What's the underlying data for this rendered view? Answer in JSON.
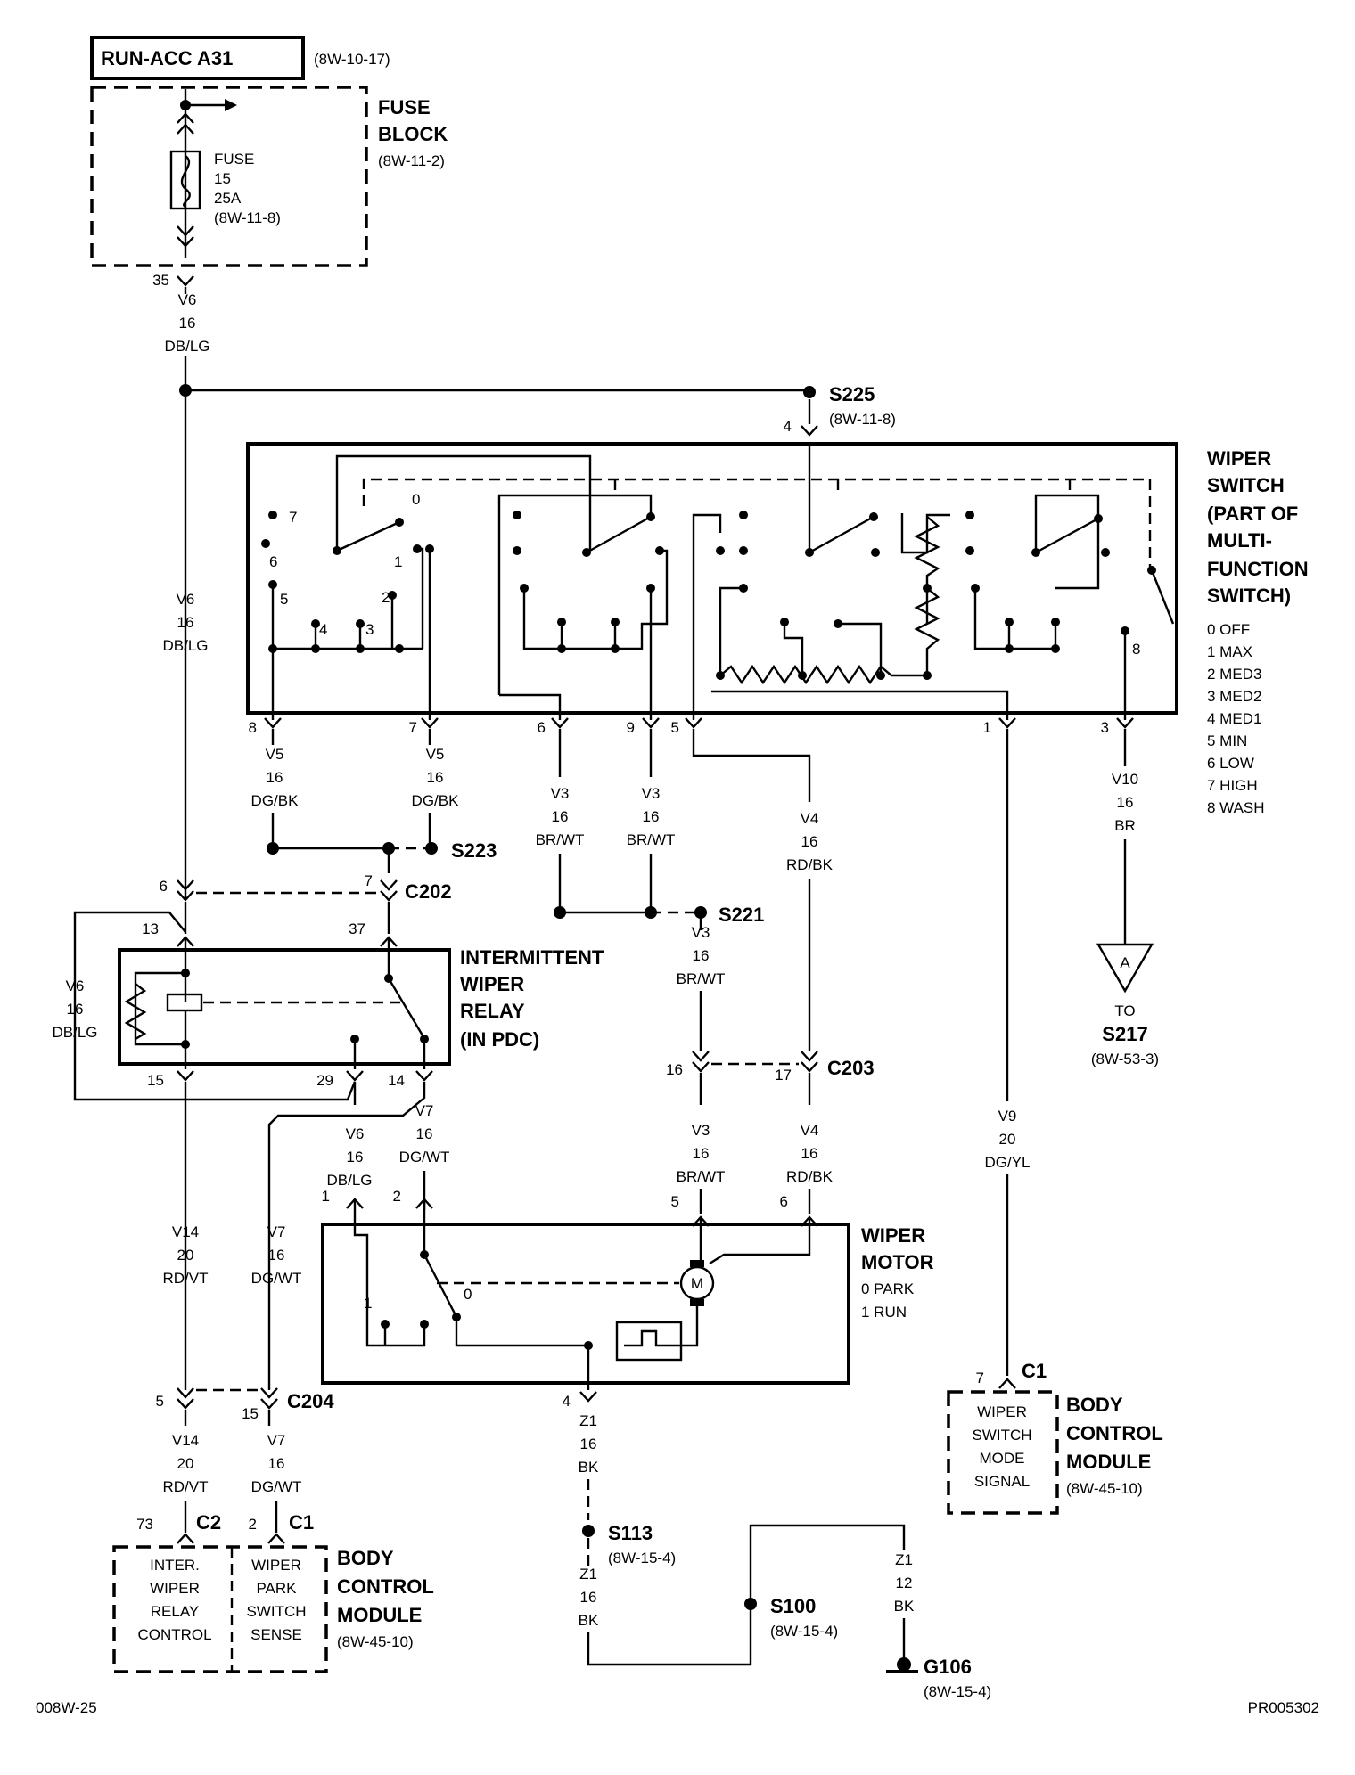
{
  "top": {
    "source": "RUN-ACC A31",
    "source_ref": "(8W-10-17)"
  },
  "fuse_block": {
    "title1": "FUSE",
    "title2": "BLOCK",
    "ref": "(8W-11-2)",
    "fuse1": "FUSE",
    "fuse2": "15",
    "fuse3": "25A",
    "fuse_ref": "(8W-11-8)",
    "pin": "35",
    "wire": [
      "V6",
      "16",
      "DB/LG"
    ]
  },
  "s225": {
    "label": "S225",
    "ref": "(8W-11-8)",
    "pin": "4"
  },
  "wiper_switch": {
    "title": [
      "WIPER",
      "SWITCH",
      "(PART OF",
      "MULTI-",
      "FUNCTION",
      "SWITCH)"
    ],
    "positions": [
      "0 OFF",
      "1 MAX",
      "2 MED3",
      "3 MED2",
      "4 MED1",
      "5 MIN",
      "6 LOW",
      "7 HIGH",
      "8 WASH"
    ],
    "inner": [
      "7",
      "0",
      "6",
      "1",
      "5",
      "2",
      "4",
      "3",
      "8"
    ],
    "pins": [
      "8",
      "7",
      "6",
      "9",
      "5",
      "1",
      "3"
    ]
  },
  "wires": {
    "v6_left": [
      "V6",
      "16",
      "DB/LG"
    ],
    "v5a": [
      "V5",
      "16",
      "DG/BK"
    ],
    "v5b": [
      "V5",
      "16",
      "DG/BK"
    ],
    "v3a": [
      "V3",
      "16",
      "BR/WT"
    ],
    "v3b": [
      "V3",
      "16",
      "BR/WT"
    ],
    "v4": [
      "V4",
      "16",
      "RD/BK"
    ],
    "v10": [
      "V10",
      "16",
      "BR"
    ],
    "v6_relay": [
      "V6",
      "16",
      "DB/LG"
    ],
    "v3_s221": [
      "V3",
      "16",
      "BR/WT"
    ],
    "v7a": [
      "V7",
      "16",
      "DG/WT"
    ],
    "v6_motor": [
      "V6",
      "16",
      "DB/LG"
    ],
    "v3_motor": [
      "V3",
      "16",
      "BR/WT"
    ],
    "v4_motor": [
      "V4",
      "16",
      "RD/BK"
    ],
    "v9": [
      "V9",
      "20",
      "DG/YL"
    ],
    "v14a": [
      "V14",
      "20",
      "RD/VT"
    ],
    "v7b": [
      "V7",
      "16",
      "DG/WT"
    ],
    "v14b": [
      "V14",
      "20",
      "RD/VT"
    ],
    "v7c": [
      "V7",
      "16",
      "DG/WT"
    ],
    "z1a": [
      "Z1",
      "16",
      "BK"
    ],
    "z1b": [
      "Z1",
      "16",
      "BK"
    ],
    "z1c": [
      "Z1",
      "12",
      "BK"
    ]
  },
  "splices": {
    "s223": "S223",
    "s221": "S221",
    "s113": "S113",
    "s113_ref": "(8W-15-4)",
    "s100": "S100",
    "s100_ref": "(8W-15-4)",
    "g106": "G106",
    "g106_ref": "(8W-15-4)"
  },
  "connectors": {
    "c202": "C202",
    "c202_pins": [
      "6",
      "7"
    ],
    "c203": "C203",
    "c203_pins": [
      "16",
      "17"
    ],
    "c204": "C204",
    "c204_pins": [
      "5",
      "15"
    ]
  },
  "relay": {
    "title": [
      "INTERMITTENT",
      "WIPER",
      "RELAY",
      "(IN PDC)"
    ],
    "pins": [
      "13",
      "37",
      "15",
      "29",
      "14"
    ]
  },
  "motor": {
    "title": [
      "WIPER",
      "MOTOR"
    ],
    "modes": [
      "0 PARK",
      "1 RUN"
    ],
    "pins": [
      "1",
      "2",
      "5",
      "6",
      "4"
    ],
    "sw": [
      "1",
      "0"
    ],
    "m": "M"
  },
  "offpage": {
    "letter": "A",
    "to": "TO",
    "dest": "S217",
    "ref": "(8W-53-3)",
    "pin": "3"
  },
  "bcm_right": {
    "pin": "7",
    "conn": "C1",
    "signal": [
      "WIPER",
      "SWITCH",
      "MODE",
      "SIGNAL"
    ],
    "title": [
      "BODY",
      "CONTROL",
      "MODULE"
    ],
    "ref": "(8W-45-10)"
  },
  "bcm_left": {
    "pin_a": "73",
    "conn_a": "C2",
    "pin_b": "2",
    "conn_b": "C1",
    "sig_a": [
      "INTER.",
      "WIPER",
      "RELAY",
      "CONTROL"
    ],
    "sig_b": [
      "WIPER",
      "PARK",
      "SWITCH",
      "SENSE"
    ],
    "title": [
      "BODY",
      "CONTROL",
      "MODULE"
    ],
    "ref": "(8W-45-10)"
  },
  "footer": {
    "left": "008W-25",
    "right": "PR005302"
  }
}
